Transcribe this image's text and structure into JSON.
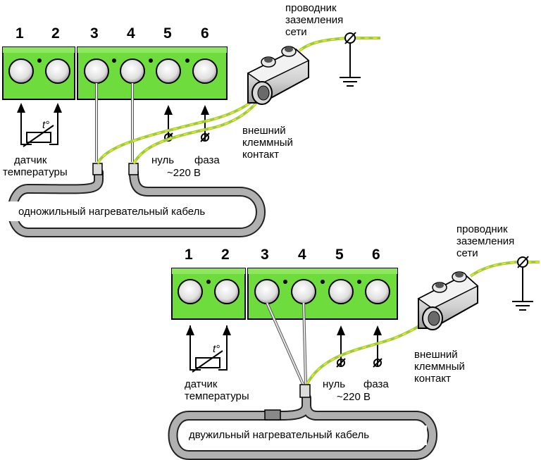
{
  "colors": {
    "terminal_green": "#6edc3c",
    "cable_grey": "#a8a8a8",
    "earth_yellow": "#e6e62a",
    "earth_green": "#9ccc3a"
  },
  "diagram_top": {
    "terminal_numbers": [
      "1",
      "2",
      "3",
      "4",
      "5",
      "6"
    ],
    "sensor_label_1": "датчик",
    "sensor_label_2": "температуры",
    "neutral_label": "нуль",
    "phase_label": "фаза",
    "voltage_label": "~220 В",
    "external_label_1": "внешний",
    "external_label_2": "клеммный",
    "external_label_3": "контакт",
    "ground_label_1": "проводник",
    "ground_label_2": "заземления",
    "ground_label_3": "сети",
    "cable_label": "одножильный нагревательный кабель",
    "thermo_symbol": "t°"
  },
  "diagram_bottom": {
    "terminal_numbers": [
      "1",
      "2",
      "3",
      "4",
      "5",
      "6"
    ],
    "sensor_label_1": "датчик",
    "sensor_label_2": "температуры",
    "neutral_label": "нуль",
    "phase_label": "фаза",
    "voltage_label": "~220 В",
    "external_label_1": "внешний",
    "external_label_2": "клеммный",
    "external_label_3": "контакт",
    "ground_label_1": "проводник",
    "ground_label_2": "заземления",
    "ground_label_3": "сети",
    "cable_label": "двужильный нагревательный кабель",
    "thermo_symbol": "t°"
  }
}
